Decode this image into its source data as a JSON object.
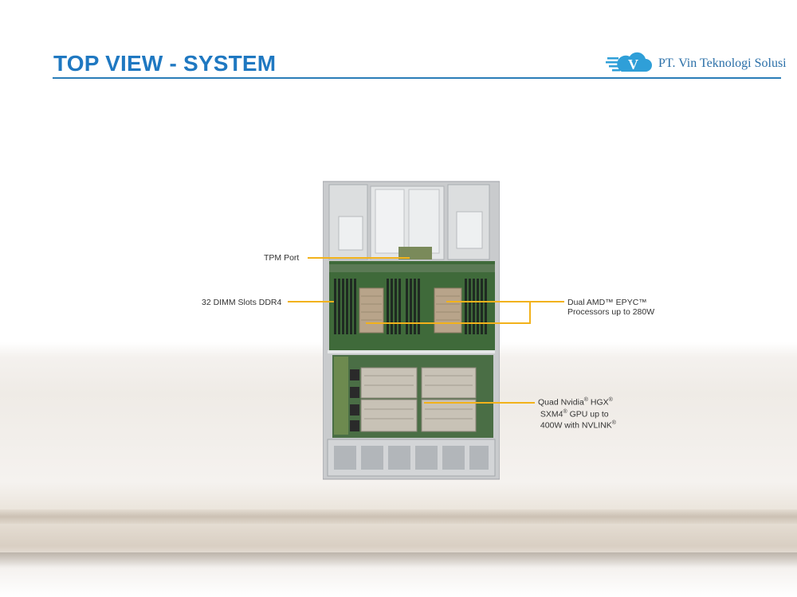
{
  "header": {
    "title": "TOP VIEW - SYSTEM",
    "company": "PT. Vin Teknologi Solusi",
    "logo_letter": "V"
  },
  "callouts": {
    "tpm": "TPM Port",
    "dimm": "32 DIMM Slots DDR4",
    "cpu_line1": "Dual AMD™ EPYC™",
    "cpu_line2": "Processors up to 280W",
    "gpu_line1_a": "Quad Nvidia",
    "gpu_line1_b": " HGX",
    "gpu_line2_a": "SXM4",
    "gpu_line2_b": " GPU up to",
    "gpu_line3_a": "400W with NVLINK",
    "reg": "®"
  },
  "colors": {
    "title": "#1f78c1",
    "rule": "#2a7db8",
    "callout_line": "#f2b21b",
    "pcb": "#3f6a3a"
  },
  "icons": {
    "logo": "cloud-v-logo-icon"
  }
}
